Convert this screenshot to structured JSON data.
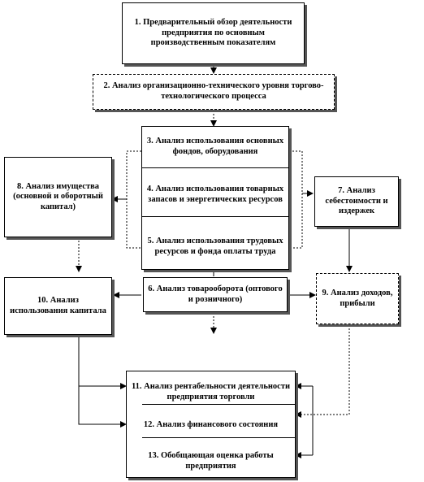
{
  "boxes": {
    "b1": "1. Предварительный  обзор деятельности  предприятия по основным производственным показателям",
    "b2": "2. Анализ организационно-технического  уровня торгово-технологического  процесса",
    "b3": "3. Анализ использования основных фондов, оборудования",
    "b4": "4. Анализ использования товарных запасов  и энергетических  ресурсов",
    "b5": "5. Анализ использования трудовых  ресурсов и фонда оплаты труда",
    "b6": "6. Анализ товарооборота (оптового и розничного)",
    "b7": "7. Анализ себестоимости и издержек",
    "b8": "8. Анализ имущества (основной и оборотный капитал)",
    "b9": "9. Анализ доходов, прибыли",
    "b10": "10. Анализ использования капитала",
    "b11": "11. Анализ рентабельности деятельности предприятия торговли",
    "b12": "12. Анализ финансового состояния",
    "b13": "13. Обобщающая оценка работы предприятия"
  }
}
